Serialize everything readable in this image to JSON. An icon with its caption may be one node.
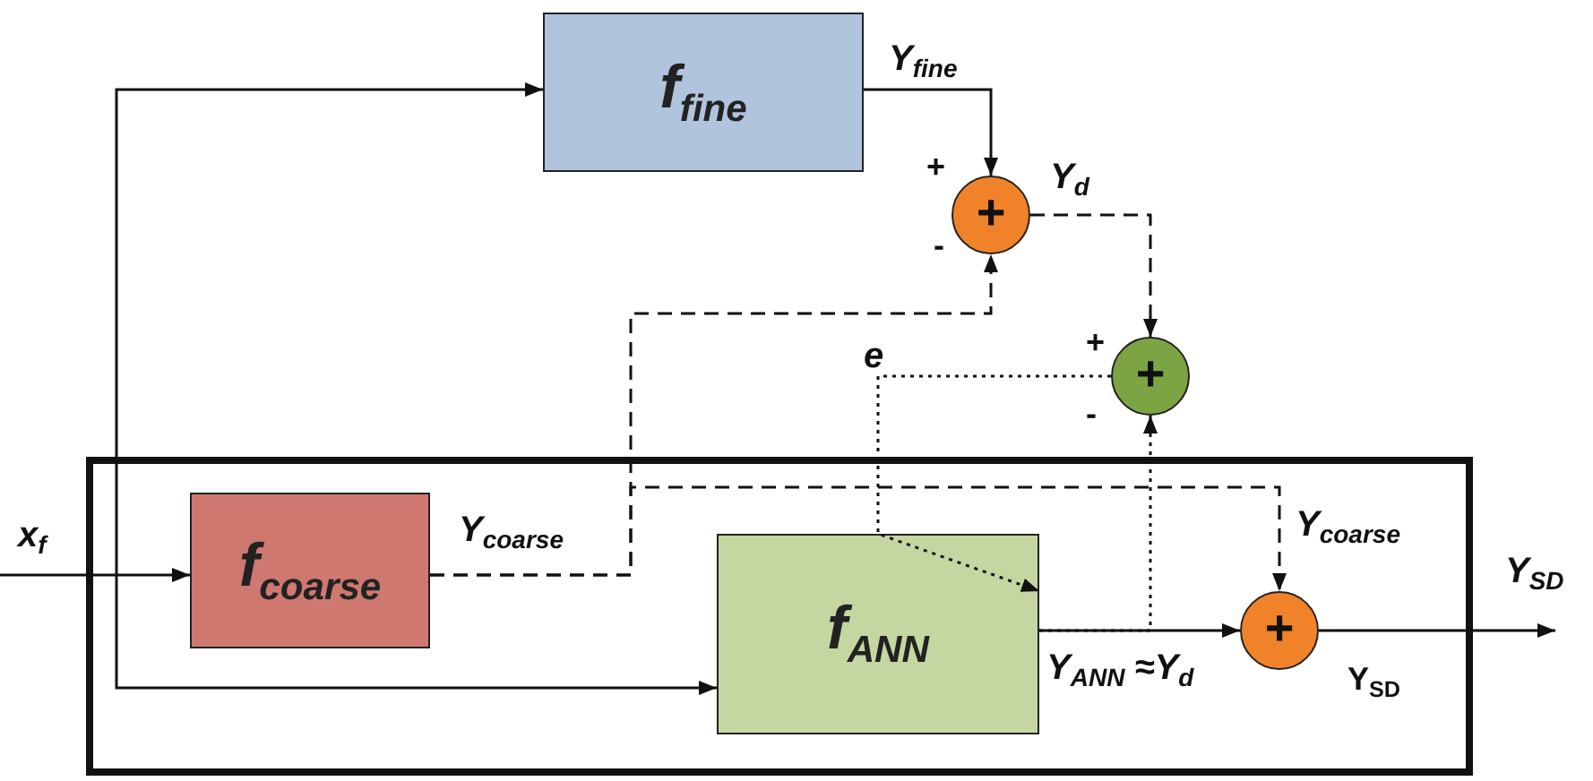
{
  "diagram": {
    "nodes": [
      {
        "text": [],
        "shape": "box"
      },
      {
        "text": [
          "f$_{fine}$"
        ]
      },
      {
        "text": [
          "+"
        ],
        "beside": [
          "+",
          "-"
        ]
      },
      {
        "text": [
          "+"
        ],
        "beside": [
          "+",
          "-"
        ]
      },
      {
        "text": [
          "f$_{coarse}$"
        ],
        "in": 0
      },
      {
        "text": [
          "f$_{ANN}$"
        ],
        "in": 0
      },
      {
        "text": [
          "+"
        ],
        "in": 0,
        "beside": [
          "Y$_{SD}$"
        ]
      }
    ],
    "edges": [
      {
        "from": null,
        "to": 4,
        "arrow": "to",
        "label": "x$_{f}$"
      },
      {
        "from": null,
        "to": 1,
        "arrow": "to"
      },
      {
        "from": null,
        "to": 5,
        "arrow": "to"
      },
      {
        "from": 1,
        "to": 2,
        "arrow": "to",
        "label": "Y$_{fine}$"
      },
      {
        "from": 4,
        "to": 2,
        "arrow": "to",
        "style": "dashed",
        "label": "Y$_{coarse}$"
      },
      {
        "from": 4,
        "to": 6,
        "arrow": "to",
        "style": "dashed",
        "label": "Y$_{coarse}$"
      },
      {
        "from": 2,
        "to": 3,
        "arrow": "to",
        "style": "dashed",
        "label": "Y$_{d}$"
      },
      {
        "from": 5,
        "to": 3,
        "arrow": "to",
        "style": "dashed"
      },
      {
        "from": 3,
        "to": 5,
        "arrow": "to",
        "style": "dashed",
        "label": "e"
      },
      {
        "from": 5,
        "to": 6,
        "arrow": "to",
        "label": "Y$_{ANN}$ ≈Y$_{d}$"
      },
      {
        "from": 6,
        "to": null,
        "arrow": "to",
        "label": "Y$_{SD}$"
      }
    ]
  }
}
